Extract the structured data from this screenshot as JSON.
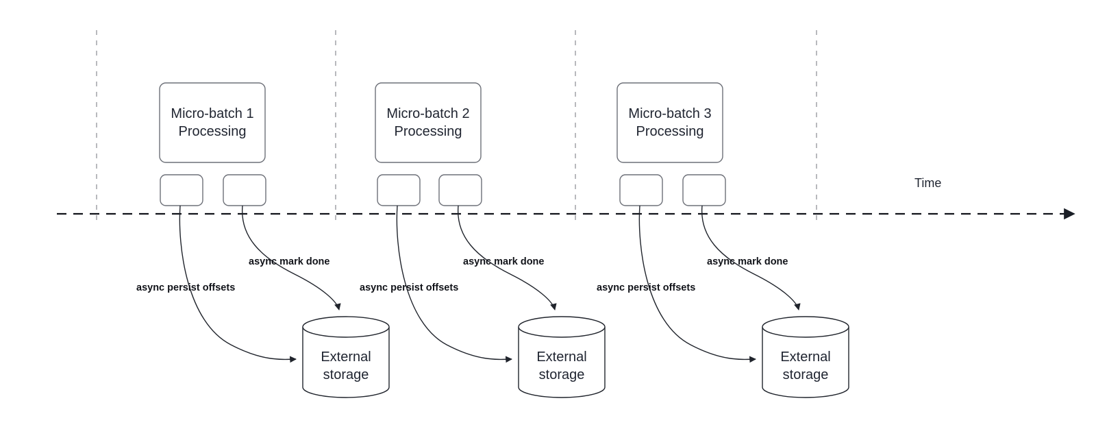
{
  "diagram": {
    "title_text": "Time",
    "timeline": {
      "axis_label": "Time",
      "tick_count": 4
    },
    "colors": {
      "background": "#ffffff",
      "box_stroke": "#6d7078",
      "cylinder_stroke": "#20242c",
      "text": "#1f2430",
      "label_text": "#111319",
      "timeline_stroke": "#111319",
      "tick_stroke": "#b8b9bd"
    },
    "groups": [
      {
        "id": "group-1",
        "batch_label_line1": "Micro-batch 1",
        "batch_label_line2": "Processing",
        "task_box_1_label": "",
        "task_box_2_label": "",
        "edge_label_persist": "async persist offsets",
        "edge_label_mark": "async mark done",
        "storage_label_line1": "External",
        "storage_label_line2": "storage"
      },
      {
        "id": "group-2",
        "batch_label_line1": "Micro-batch 2",
        "batch_label_line2": "Processing",
        "task_box_1_label": "",
        "task_box_2_label": "",
        "edge_label_persist": "async persist offsets",
        "edge_label_mark": "async mark done",
        "storage_label_line1": "External",
        "storage_label_line2": "storage"
      },
      {
        "id": "group-3",
        "batch_label_line1": "Micro-batch 3",
        "batch_label_line2": "Processing",
        "task_box_1_label": "",
        "task_box_2_label": "",
        "edge_label_persist": "async persist offsets",
        "edge_label_mark": "async mark done",
        "storage_label_line1": "External",
        "storage_label_line2": "storage"
      }
    ]
  }
}
